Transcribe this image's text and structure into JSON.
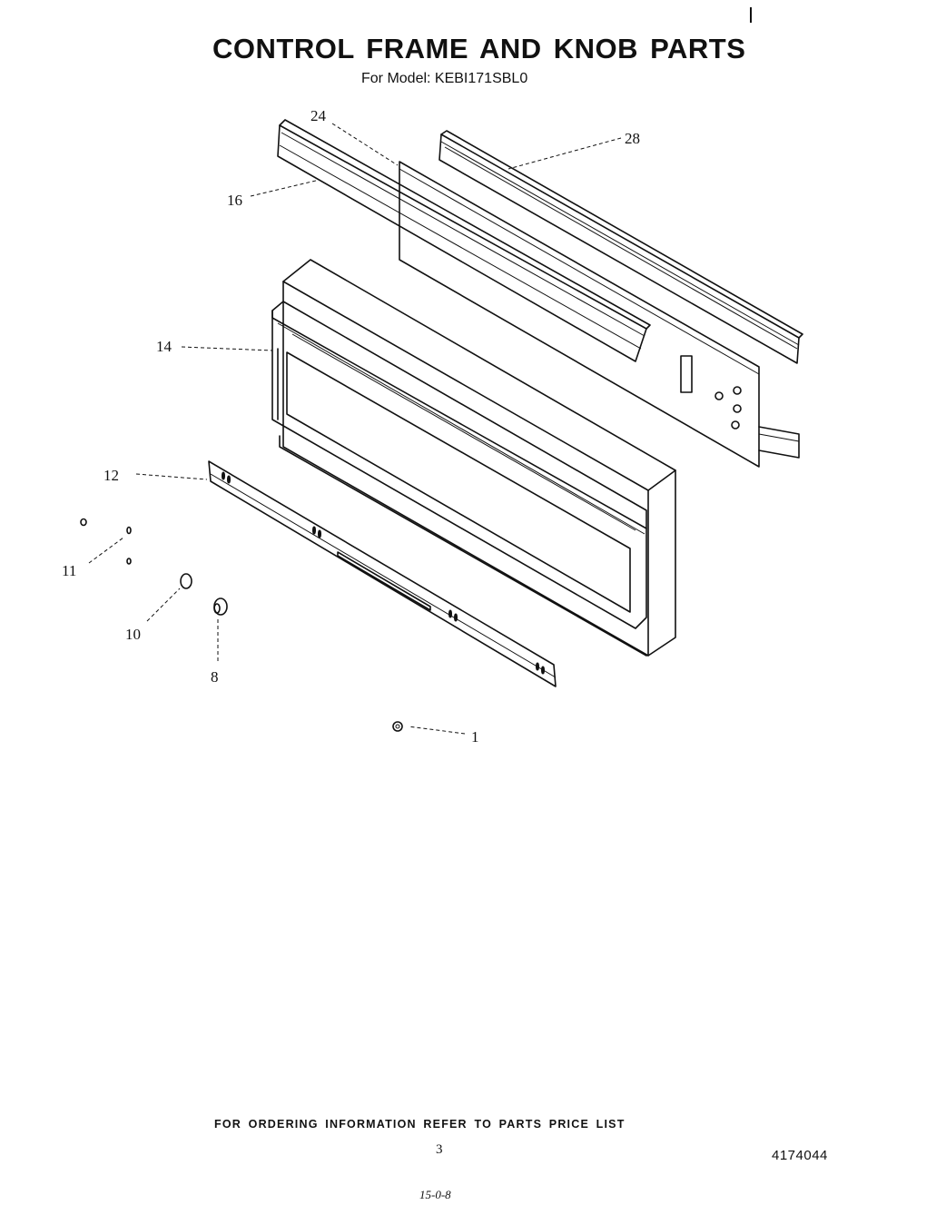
{
  "page": {
    "title": "CONTROL FRAME AND KNOB PARTS",
    "model_line": "For Model: KEBI171SBL0",
    "footer_note": "FOR ORDERING INFORMATION REFER TO PARTS PRICE LIST",
    "page_number": "3",
    "document_number": "4174044",
    "handwritten_mark": "15-0-8"
  },
  "diagram": {
    "parts": [
      {
        "id": "p1",
        "label": "1"
      },
      {
        "id": "p8",
        "label": "8"
      },
      {
        "id": "p10",
        "label": "10"
      },
      {
        "id": "p11",
        "label": "11"
      },
      {
        "id": "p12",
        "label": "12"
      },
      {
        "id": "p14",
        "label": "14"
      },
      {
        "id": "p16",
        "label": "16"
      },
      {
        "id": "p24",
        "label": "24"
      },
      {
        "id": "p28",
        "label": "28"
      }
    ]
  }
}
